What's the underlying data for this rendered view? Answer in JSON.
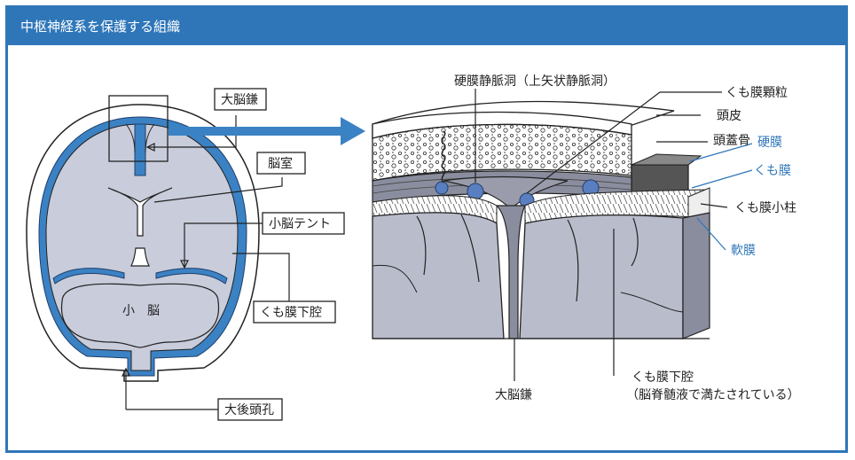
{
  "title": "中枢神経系を保護する組織",
  "left_panel": {
    "labels": {
      "falx": "大脳鎌",
      "ventricle": "脳室",
      "tentorium": "小脳テント",
      "subarachnoid": "くも膜下腔",
      "foramen": "大後頭孔",
      "cerebellum": "小　脳"
    }
  },
  "right_panel": {
    "labels": {
      "sinus": "硬膜静脈洞（上矢状静脈洞）",
      "granulation": "くも膜顆粒",
      "scalp": "頭皮",
      "skull": "頭蓋骨",
      "dura": "硬膜",
      "arachnoid": "くも膜",
      "trabecula": "くも膜小柱",
      "pia": "軟膜",
      "falx": "大脳鎌",
      "subarachnoid": "くも膜下腔",
      "csf": "（脳脊髄液で満たされている）"
    }
  },
  "colors": {
    "accent": "#2f76b9",
    "tissue": "#c9ccdb",
    "membrane": "#3b82c4",
    "granule": "#5a7fc0"
  }
}
